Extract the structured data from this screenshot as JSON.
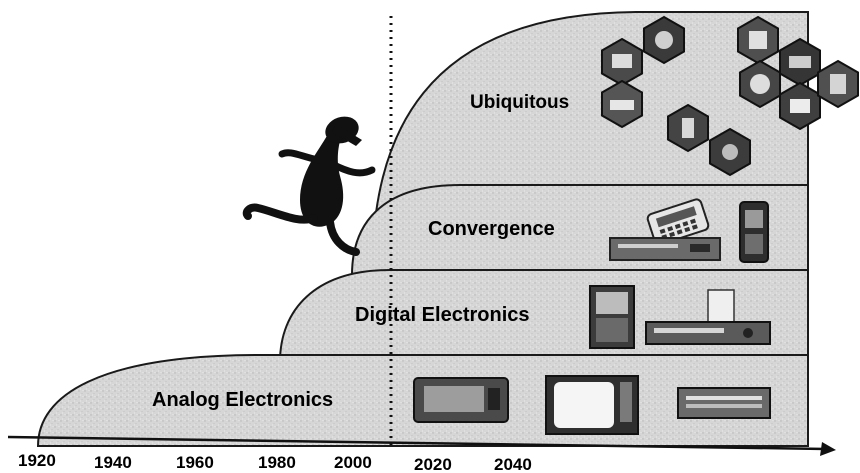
{
  "eras": [
    {
      "id": "analog",
      "label": "Analog Electronics"
    },
    {
      "id": "digital",
      "label": "Digital Electronics"
    },
    {
      "id": "convergence",
      "label": "Convergence"
    },
    {
      "id": "ubiquitous",
      "label": "Ubiquitous"
    }
  ],
  "timeline": {
    "years": [
      "1920",
      "1940",
      "1960",
      "1980",
      "2000",
      "2020",
      "2040"
    ]
  },
  "colors": {
    "band_fill": "#d2d2d2",
    "outline": "#1a1a1a",
    "figure": "#111111",
    "device_dark": "#4a4a4a",
    "device_light": "#e6e6e6"
  },
  "icons": {
    "figure": "running-person-icon",
    "analog_devices": [
      "radio-icon",
      "television-icon",
      "vcr-icon"
    ],
    "digital_devices": [
      "console-tv-icon",
      "stereo-system-icon"
    ],
    "convergence_devices": [
      "handheld-device-icon",
      "set-top-box-icon",
      "phone-icon"
    ],
    "ubiquitous_devices": "hexagon-device-cluster-icon"
  }
}
